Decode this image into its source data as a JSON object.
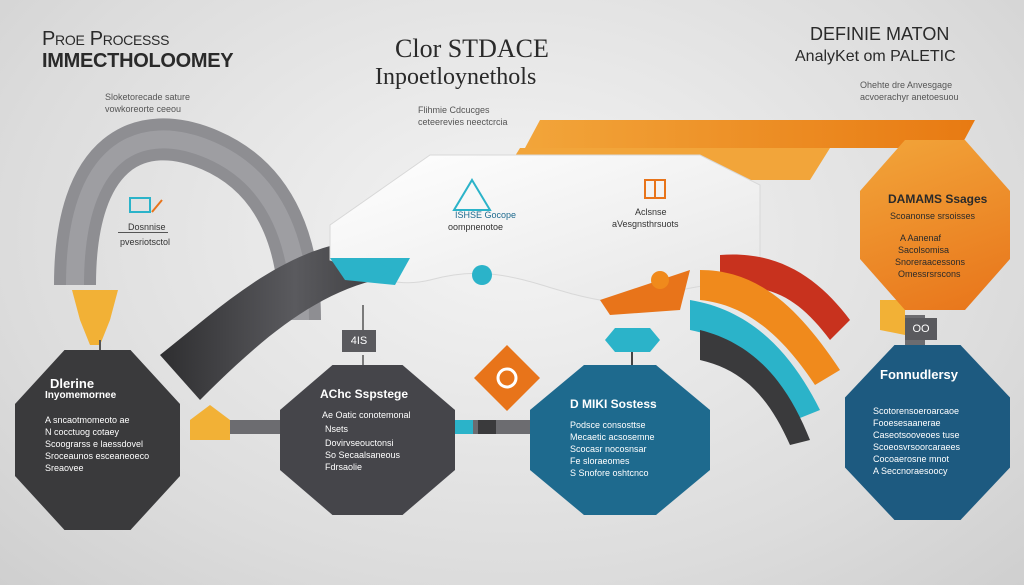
{
  "header": {
    "left_title_1": "Proe Processs",
    "left_title_2": "IMMECTHOLOOMEY",
    "left_sub_1": "Sloketorecade sature",
    "left_sub_2": "vowkoreorte ceeou",
    "center_title_1": "Clor STDACE",
    "center_title_2": "Inpoetloynethols",
    "center_sub_1": "Flihmie Cdcucges",
    "center_sub_2": "ceteerevies neectcrcia",
    "right_title_1": "DEFINIE MATON",
    "right_title_2": "AnalyKet om PALETIC",
    "right_sub_1": "Ohehte dre Anvesgage",
    "right_sub_2": "acvoerachyr anetoesuou"
  },
  "banner": {
    "left_label_1": "Dosnnise",
    "left_label_2": "pvesriotsctol",
    "mid_label_1": "ISHSE Gocope",
    "mid_label_2": "oompnenotoe",
    "right_label_1": "Aclsnse",
    "right_label_2": "aVesgnsthrsuots"
  },
  "markers": {
    "left_tag": "4IS",
    "right_tag": "OO"
  },
  "cards": [
    {
      "title_1": "Dlerine",
      "title_2": "Inyomemornee",
      "lines": [
        "A sncaotmomeoto ae",
        "N cocctuog cotaey",
        "Scoograrss e laessdovel",
        "Sroceaunos esceaneoeco",
        "Sreaovee"
      ],
      "color": "#3a3a3c"
    },
    {
      "title_1": "AChc Sspstege",
      "title_2": "",
      "lines": [
        "Ae Oatic conotemonal",
        "Nsets",
        "Dovirvseouctonsi",
        "So Secaalsaneous",
        "Fdrsaolie"
      ],
      "color": "#45454a"
    },
    {
      "title_1": "D MIKI Sostess",
      "title_2": "",
      "lines": [
        "Podsce consosttse",
        "Mecaetic acsosemne",
        "Scocasr nocosnsar",
        "Fe sloraeomes",
        "S Snofore oshtcnco"
      ],
      "color": "#1e6a8e"
    },
    {
      "title_1": "DAMAMS Ssages",
      "title_2": "",
      "lines": [
        "Scoanonse srsoisses",
        "A Aanenaf",
        "Sacolsomisa",
        "Snoreraacessons",
        "Omessrsrscons"
      ],
      "color": "#e88a1d"
    },
    {
      "title_1": "Fonnudlersy",
      "title_2": "",
      "lines": [
        "Scotorensoeroarcaoe",
        "Fooesesaanerae",
        "Caseotsooveoes tuse",
        "Scoeosvrsoorcaraees",
        "Cocoaerosne mnot",
        "A Seccnoraesoocy"
      ],
      "color": "#1d5a80"
    }
  ],
  "colors": {
    "teal": "#2bb3c9",
    "orange": "#f08a1c",
    "dark": "#3a3a3c",
    "red": "#c8321e",
    "blue": "#1e6a8e"
  }
}
